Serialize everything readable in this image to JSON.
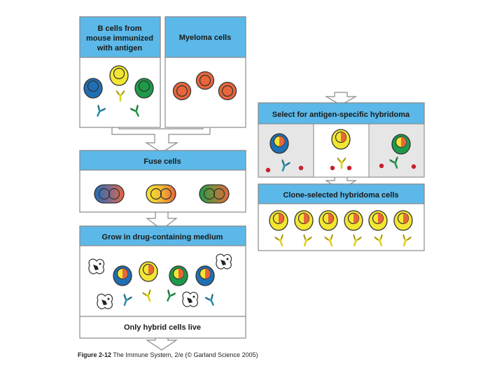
{
  "panels": {
    "bcells": {
      "title_lines": [
        "B cells from",
        "mouse immunized",
        "with antigen"
      ]
    },
    "myeloma": {
      "title": "Myeloma cells"
    },
    "fuse": {
      "title": "Fuse cells"
    },
    "grow": {
      "title": "Grow in drug-containing medium",
      "footer": "Only hybrid cells live"
    },
    "select": {
      "title": "Select for antigen-specific hybridoma"
    },
    "clone": {
      "title": "Clone-selected hybridoma cells"
    }
  },
  "caption": {
    "figure_label": "Figure 2-12",
    "text": "The Immune System, 2/e (© Garland Science 2005)"
  },
  "colors": {
    "header_blue": "#5bb8e8",
    "panel_border": "#8a8a8a",
    "grey_bg": "#e6e6e6",
    "b_blue": "#1f6fb5",
    "b_yellow": "#f2e633",
    "b_green": "#1e9a4a",
    "myeloma_orange": "#e8663a",
    "antigen_red": "#c8202a",
    "antibody_teal": "#2a8fb0"
  }
}
